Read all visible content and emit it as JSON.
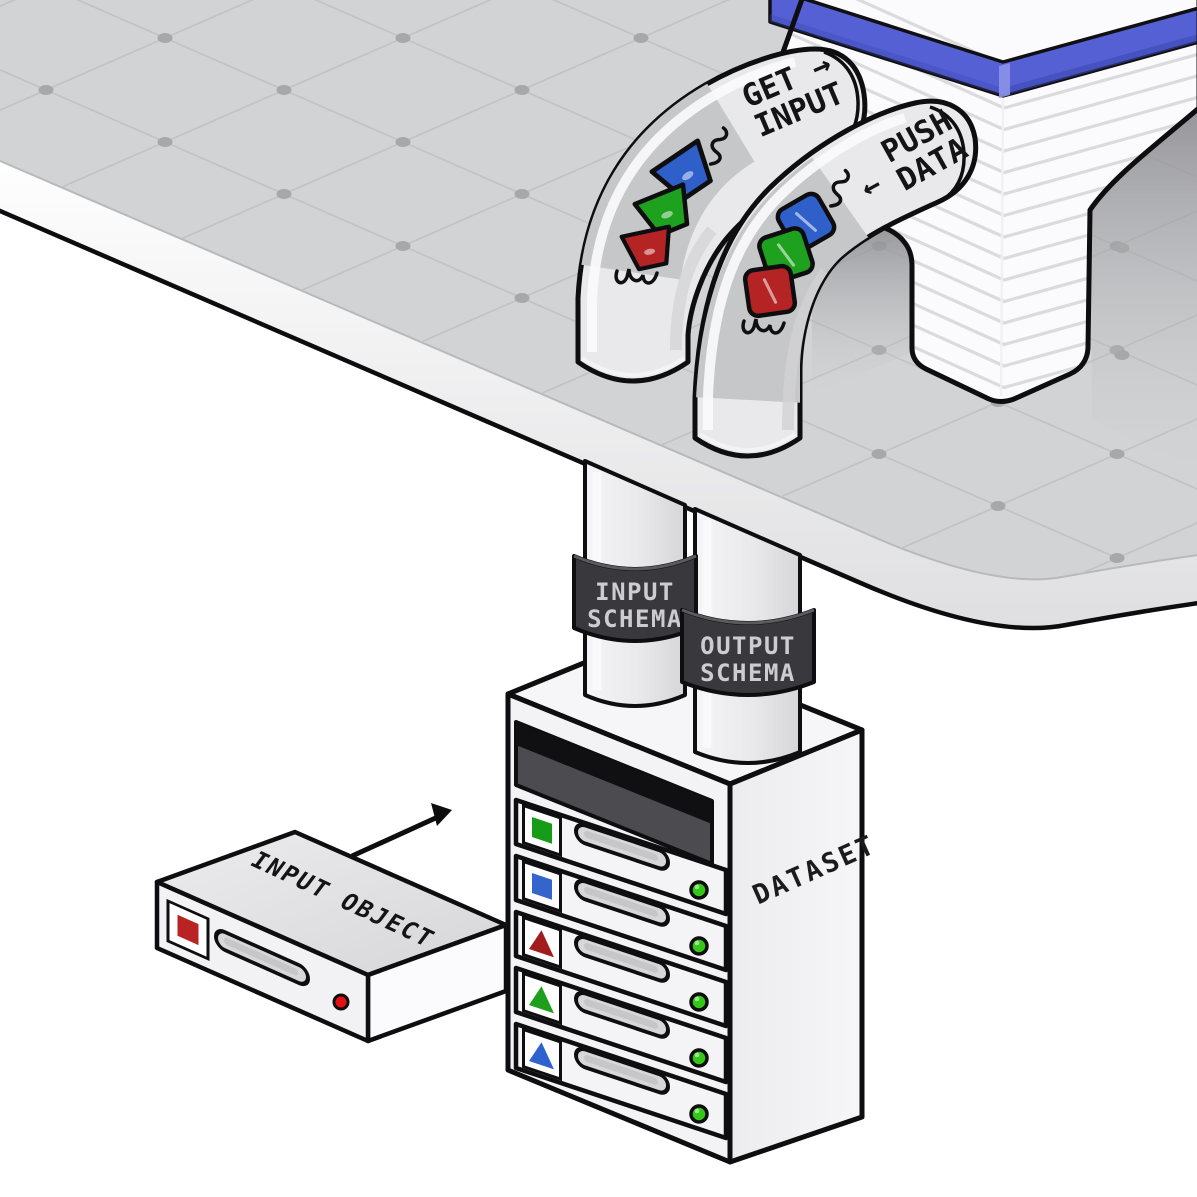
{
  "illustration": {
    "background": "#ffffff",
    "platform": {
      "surface_color": "#d2d3d5",
      "grid_line_color": "#c2c2c5",
      "grid_dot_color": "#a8a8ab"
    },
    "building": {
      "stripe_color": "#dbdbdd",
      "accent_band_color": "#5560d4"
    },
    "pipes": {
      "get_input": {
        "label_line1": "GET →",
        "label_line2": "INPUT",
        "shapes": [
          {
            "shape": "trapezoid",
            "name": "blue-trapezoid",
            "color": "#2f5fc9"
          },
          {
            "shape": "trapezoid",
            "name": "green-trapezoid",
            "color": "#1ea11e"
          },
          {
            "shape": "trapezoid",
            "name": "red-trapezoid",
            "color": "#b42424"
          }
        ]
      },
      "push_data": {
        "arrow": "←",
        "label_line1": "PUSH",
        "label_line2": "DATA",
        "shapes": [
          {
            "shape": "square",
            "name": "blue-square",
            "color": "#2f5fc9"
          },
          {
            "shape": "square",
            "name": "green-square",
            "color": "#1ea11e"
          },
          {
            "shape": "square",
            "name": "red-square",
            "color": "#b42424"
          }
        ]
      },
      "input_schema": {
        "line1": "INPUT",
        "line2": "SCHEMA"
      },
      "output_schema": {
        "line1": "OUTPUT",
        "line2": "SCHEMA"
      }
    },
    "dataset": {
      "label": "DATASET",
      "drawers": [
        {
          "icon": "square",
          "color": "#169c16",
          "led": "#35c818"
        },
        {
          "icon": "square",
          "color": "#3365cc",
          "led": "#35c818"
        },
        {
          "icon": "triangle",
          "color": "#a11d1d",
          "led": "#35c818"
        },
        {
          "icon": "triangle",
          "color": "#1d9e1d",
          "led": "#35c818"
        },
        {
          "icon": "triangle",
          "color": "#2f62cf",
          "led": "#35c818"
        }
      ]
    },
    "input_object": {
      "label": "INPUT OBJECT",
      "icon": "square",
      "icon_color": "#b92323",
      "led": "#e31112"
    }
  }
}
